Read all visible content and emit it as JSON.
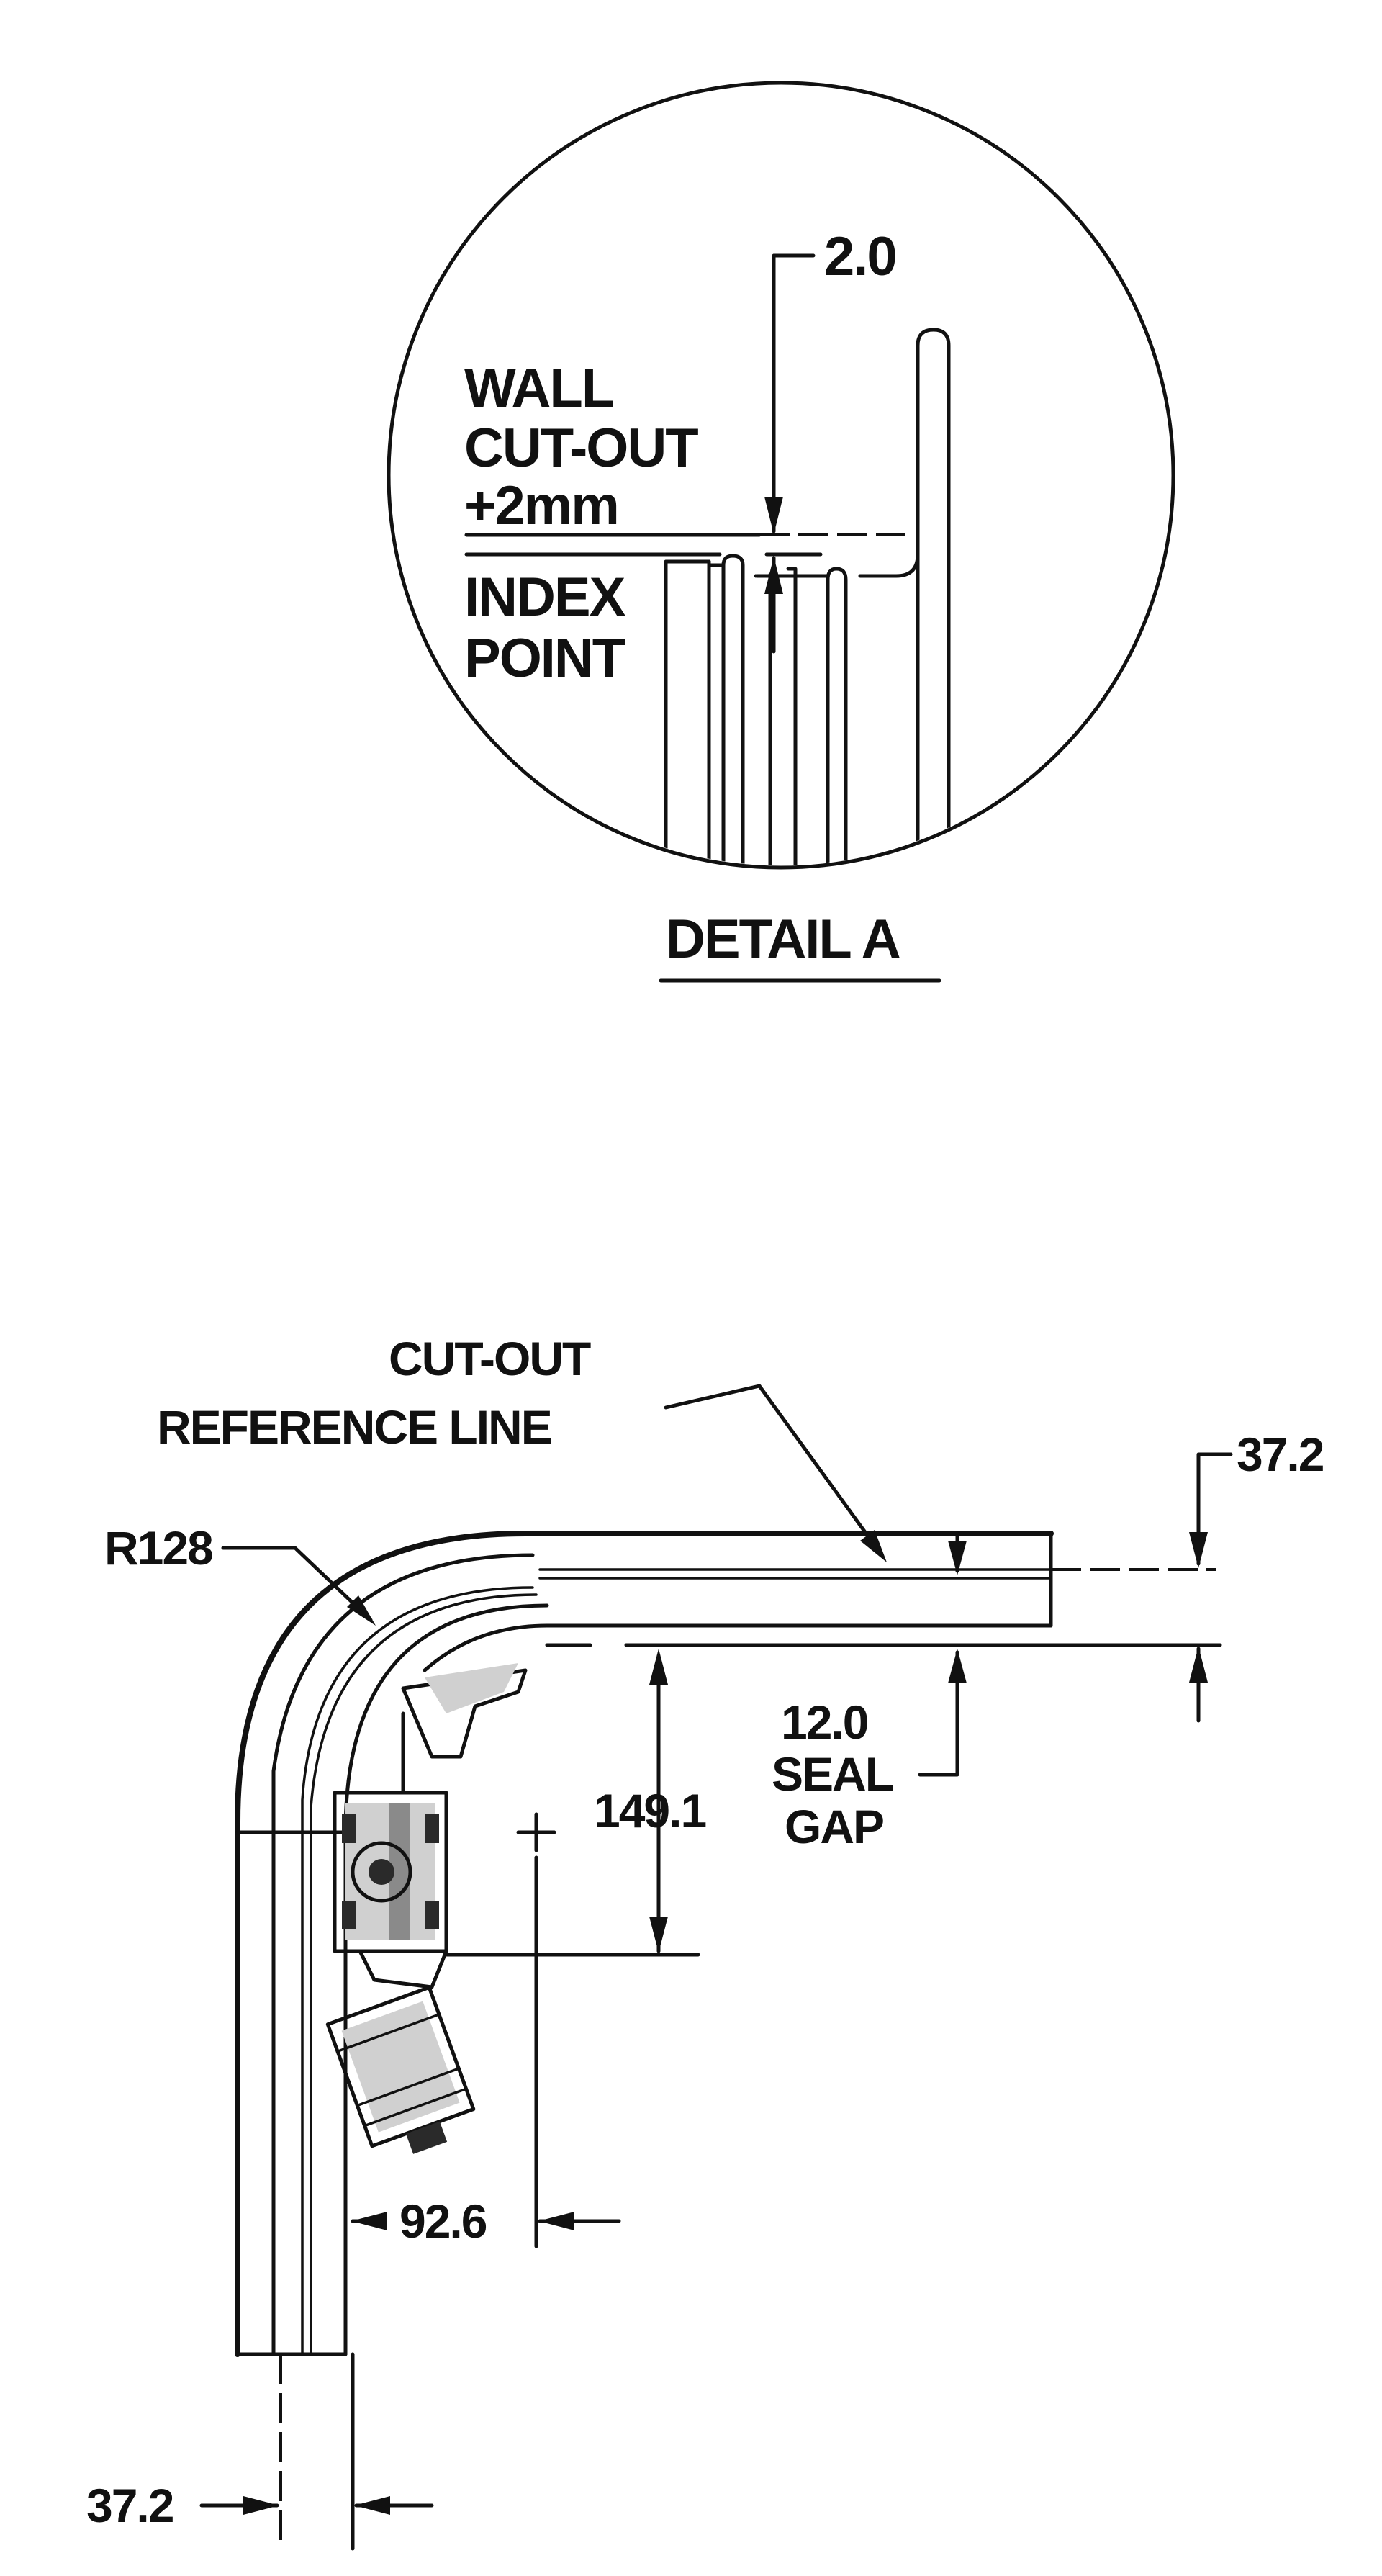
{
  "detail": {
    "dim_top": "2.0",
    "wall_cutout": [
      "WALL",
      "CUT-OUT",
      "+2mm"
    ],
    "index_point": [
      "INDEX",
      "POINT"
    ],
    "title": "DETAIL A"
  },
  "plan": {
    "cutout_reference": [
      "CUT-OUT",
      "REFERENCE LINE"
    ],
    "radius": "R128",
    "dim_right_top": "37.2",
    "seal_gap": [
      "12.0",
      "SEAL",
      "GAP"
    ],
    "dim_vertical": "149.1",
    "dim_horizontal": "92.6",
    "dim_bottom": "37.2"
  }
}
